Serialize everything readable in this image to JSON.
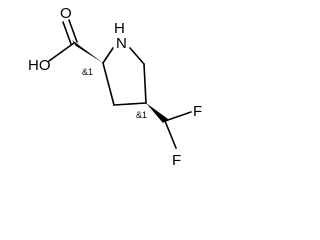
{
  "molecule": {
    "atoms": {
      "nitrogen_h": "H",
      "nitrogen": "N",
      "oxygen_carbonyl": "O",
      "hydroxyl": "HO",
      "fluorine_1": "F",
      "fluorine_2": "F"
    },
    "stereo_labels": {
      "c2": "&1",
      "c4": "&1"
    }
  }
}
